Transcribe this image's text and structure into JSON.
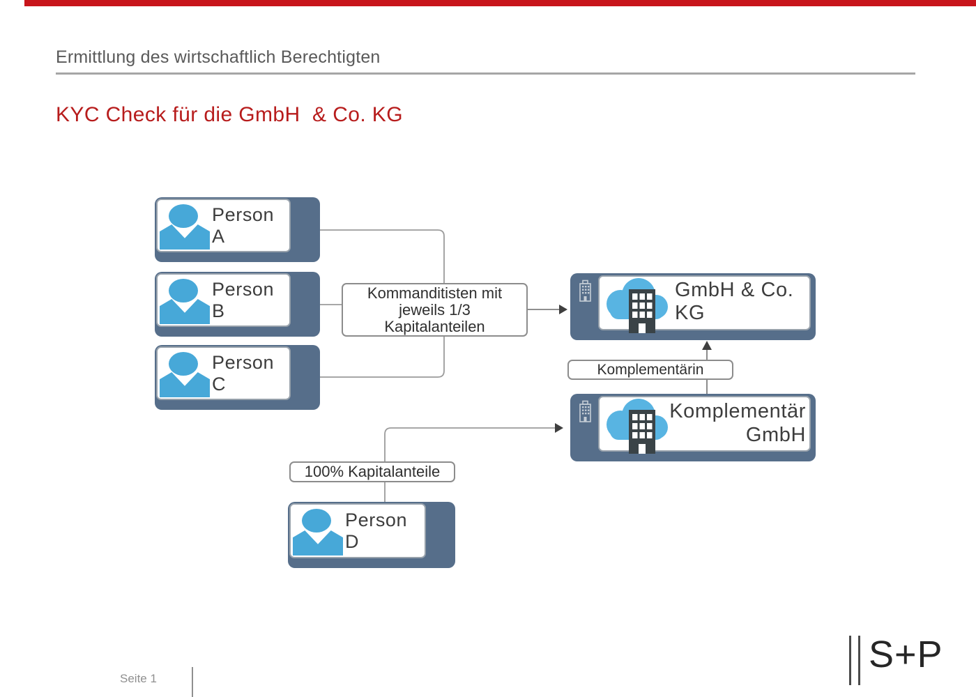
{
  "page": {
    "header_title": "Ermittlung des wirtschaftlich Berechtigten",
    "slide_title": "KYC Check für die GmbH  & Co. KG",
    "page_number_label": "Seite 1",
    "logo_text": "S+P"
  },
  "colors": {
    "accent_red": "#c8151b",
    "title_red": "#b71c1c",
    "box_slate": "#566e8a",
    "person_blue": "#47a8d8",
    "cloud_blue": "#58b4e2",
    "building_dark": "#3a4347",
    "connector_gray": "#9b9b9b",
    "text_dark": "#3d3d3d",
    "muted_gray": "#8f8f8f"
  },
  "diagram": {
    "persons": [
      {
        "label": "Person A"
      },
      {
        "label": "Person B"
      },
      {
        "label": "Person C"
      },
      {
        "label": "Person D"
      }
    ],
    "kommanditisten_label": {
      "lines": [
        "Kommanditisten mit",
        "jeweils 1/3",
        "Kapitalanteilen"
      ]
    },
    "komplementaerin_label": "Komplementärin",
    "kapitalanteile_label": "100% Kapitalanteile",
    "companies": [
      {
        "lines": [
          "GmbH & Co. KG",
          ""
        ]
      },
      {
        "lines": [
          "Komplementär",
          "GmbH"
        ]
      }
    ]
  }
}
